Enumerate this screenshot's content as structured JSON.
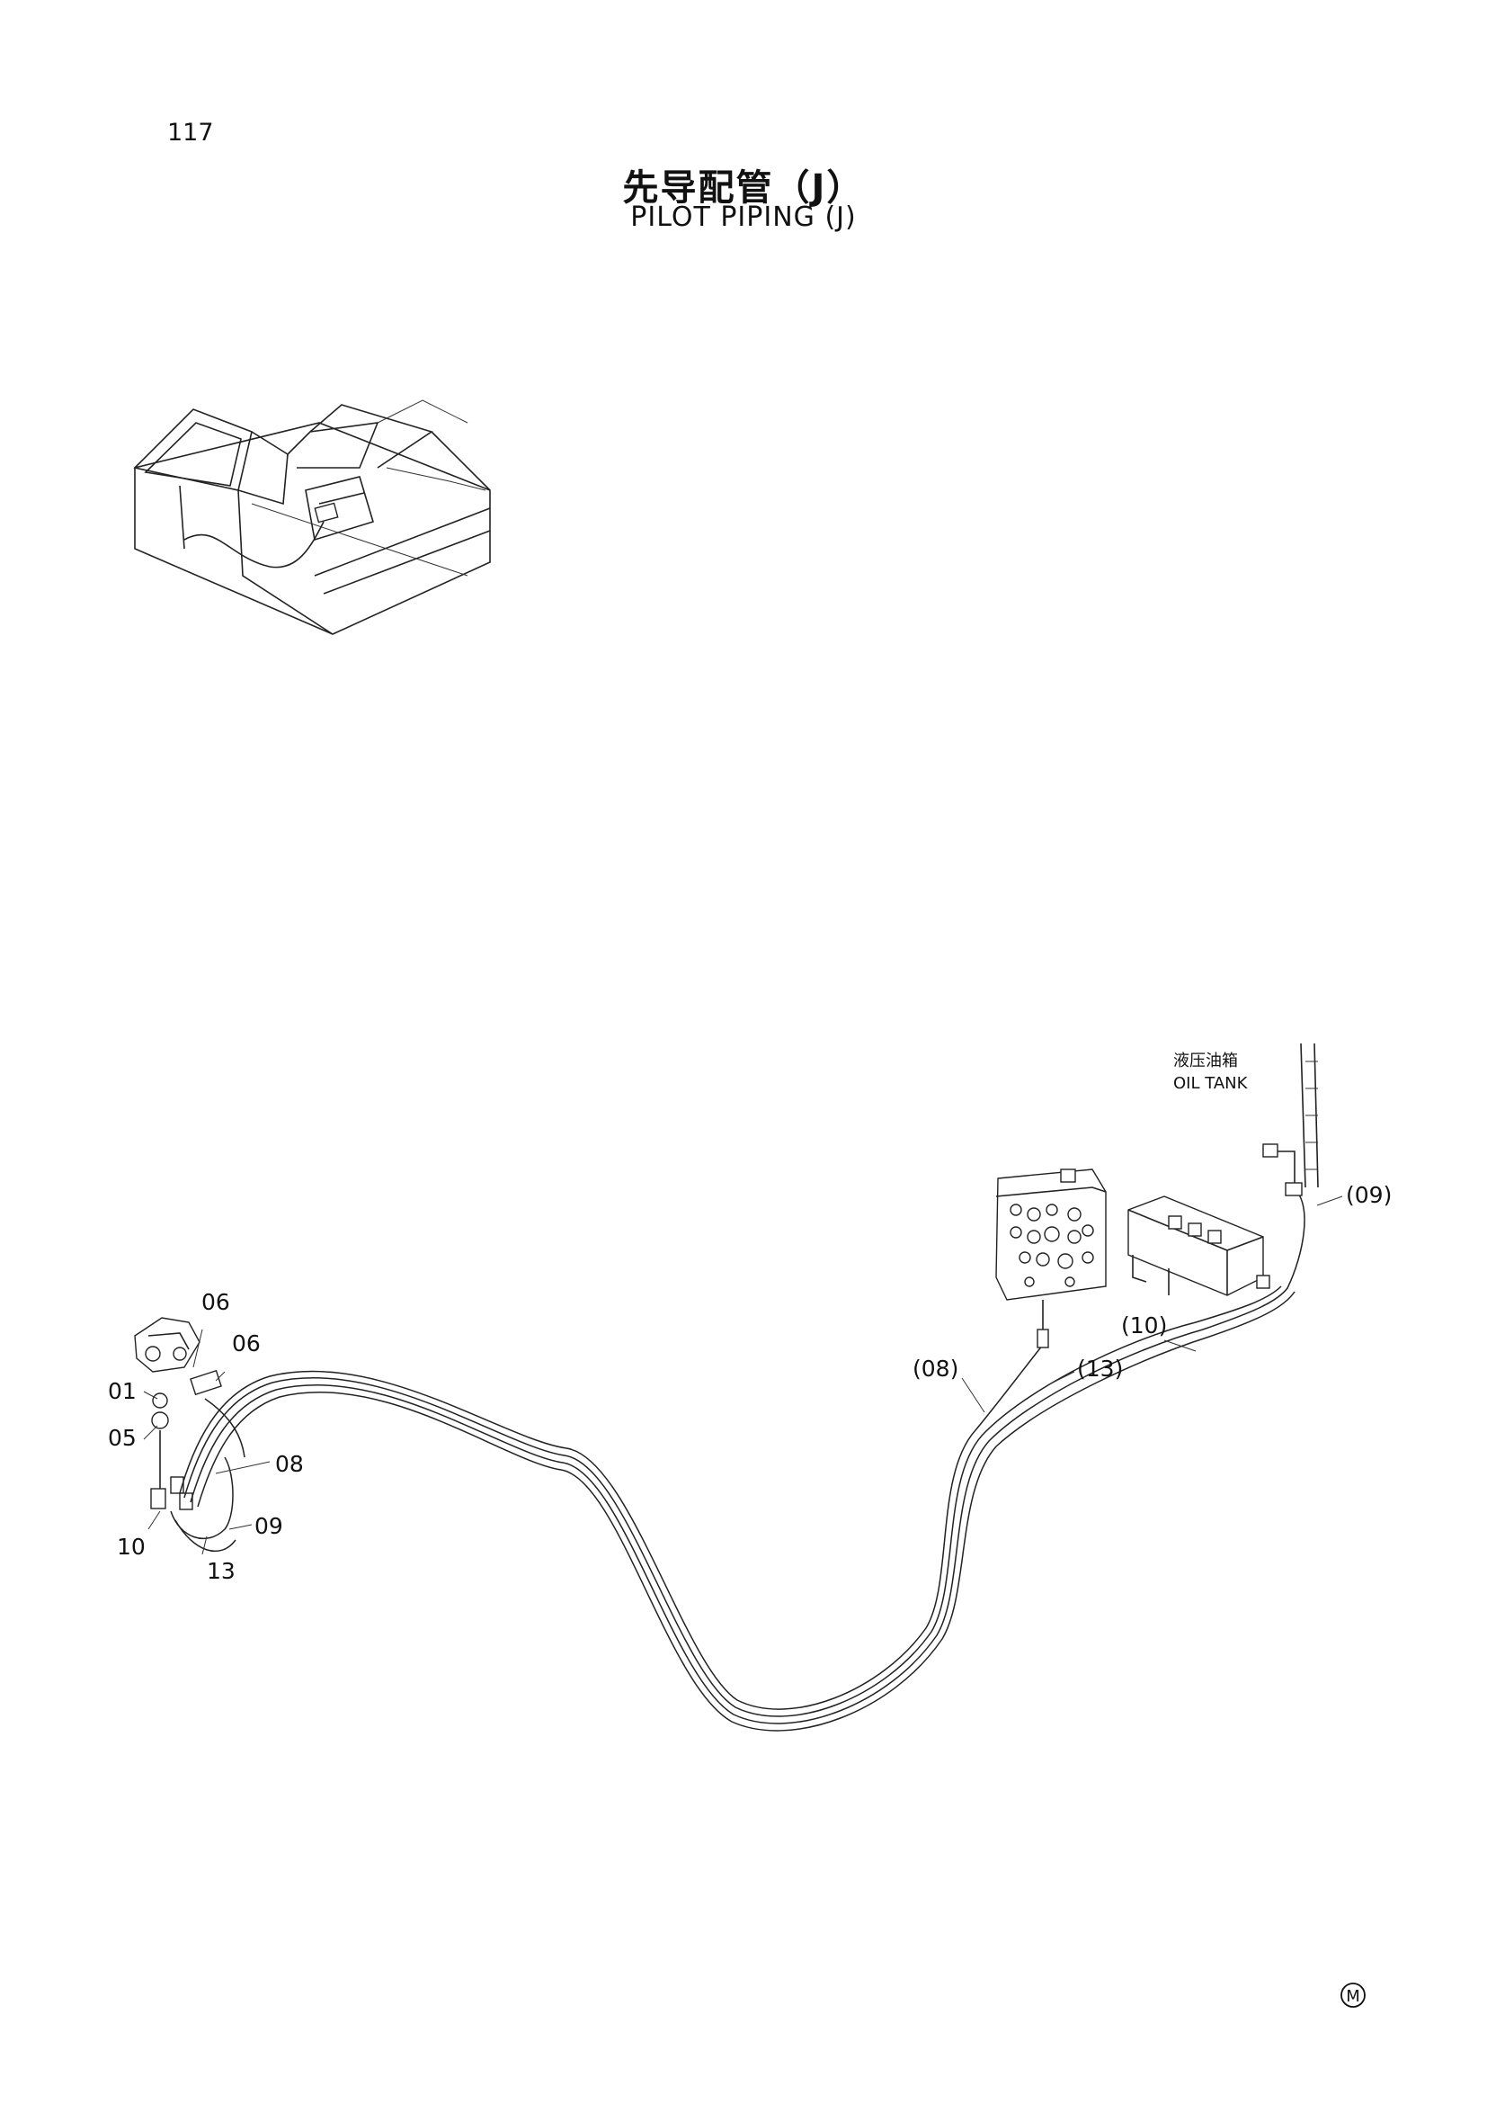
{
  "page": {
    "number": "117",
    "title_cn": "先导配管（J）",
    "title_en": "PILOT PIPING (J)",
    "mark": "M"
  },
  "callouts": {
    "c06a": "06",
    "c06b": "06",
    "c01": "01",
    "c05": "05",
    "c08": "08",
    "c09": "09",
    "c10": "10",
    "c13": "13",
    "c08p": "(08)",
    "c13p": "(13)",
    "c10p": "(10)",
    "c09p": "(09)"
  },
  "oil_tank": {
    "label_cn": "液压油箱",
    "label_en": "OIL TANK"
  }
}
